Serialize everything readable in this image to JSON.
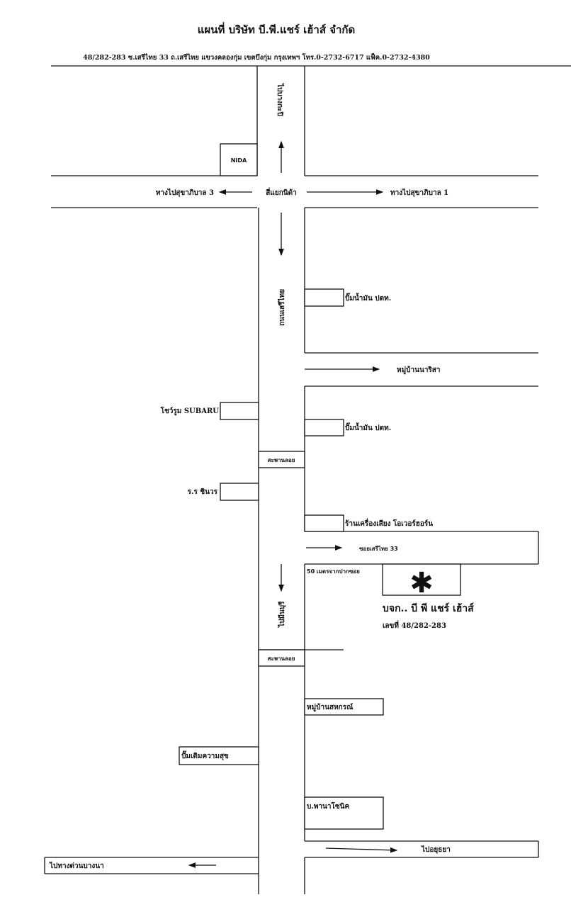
{
  "header": {
    "title": "แผนที่ บริษัท บี.พี.แชร์ เฮ้าส์  จำกัด",
    "address": "48/282-283 ซ.เสรีไทย 33 ถ.เสรีไทย แขวงคลองกุ่ม เขตบึงกุ่ม กรุงเทพฯ  โทร.0-2732-6717  แฟ็ค.0-2732-4380"
  },
  "roads": {
    "to_bangkapi": "ไปบางกะปิ",
    "seri_thai_road": "ถนนเสรีไทย",
    "to_minburi": "ไปมีนบุรี",
    "intersection": "สี่แยกนิด้า",
    "to_sukhaphiban3": "ทางไปสุขาภิบาล 3",
    "to_sukhaphiban1": "ทางไปสุขาภิบาล 1",
    "narisa_village": "หมู่บ้านนาริสา",
    "soi_seri_thai_33": "ซอยเสรีไทย 33",
    "to_ayutthaya": "ไปอยุธยา",
    "to_bangna_expressway": "ไปทางด่วนบางนา"
  },
  "landmarks": {
    "nida": "NIDA",
    "ptt_station_1": "ปั๊มน้ำมัน ปตท.",
    "ptt_station_2": "ปั๊มน้ำมัน ปตท.",
    "subaru_showroom": "โชว์รูม SUBARU",
    "footbridge_1": "สะพานลอย",
    "chinworn_school": "ร.ร ชินวร",
    "audio_shop": "ร้านเครื่องเสียง โอเวอร์ฮอร์น",
    "distance_note": "50 เมตรจากปากซอย",
    "footbridge_2": "สะพานลอย",
    "sahakorn_village": "หมู่บ้านสหกรณ์",
    "happiness_station": "ปั๊มเติมความสุข",
    "panasonic": "บ.พานาโซนิค"
  },
  "company": {
    "name": "บจก.. บี  พี แชร์ เฮ้าส์",
    "number": "เลขที่  48/282-283",
    "marker": "asterisk-icon"
  }
}
